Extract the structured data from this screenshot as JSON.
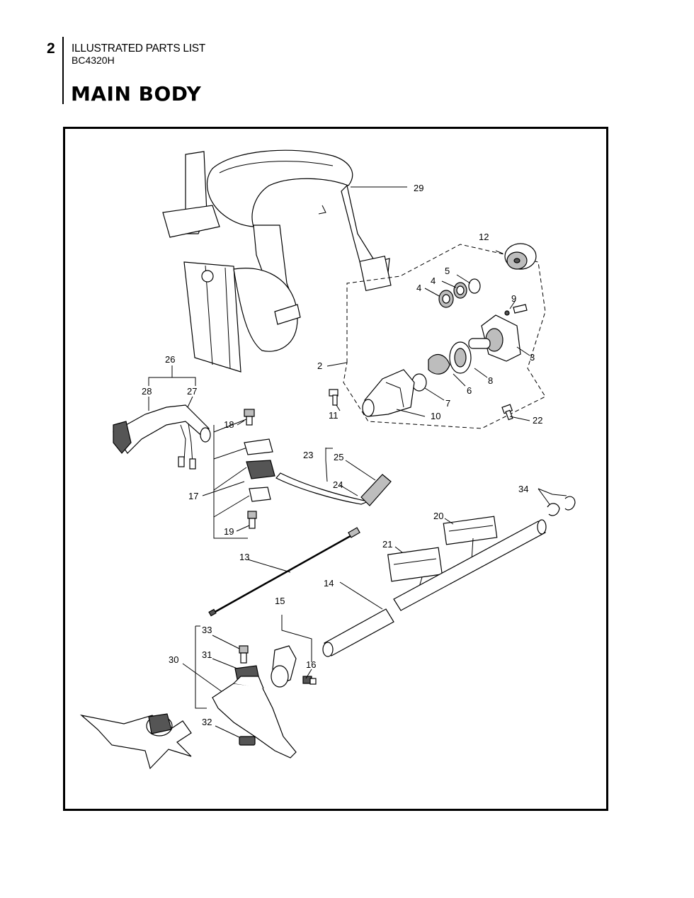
{
  "header": {
    "page_number": "2",
    "list_title": "ILLUSTRATED PARTS LIST",
    "model": "BC4320H",
    "section_title": "MAIN BODY"
  },
  "callouts": [
    {
      "id": "c29",
      "text": "29"
    },
    {
      "id": "c12",
      "text": "12"
    },
    {
      "id": "c4a",
      "text": "4"
    },
    {
      "id": "c5",
      "text": "5"
    },
    {
      "id": "c4b",
      "text": "4"
    },
    {
      "id": "c9",
      "text": "9"
    },
    {
      "id": "c3",
      "text": "3"
    },
    {
      "id": "c2",
      "text": "2"
    },
    {
      "id": "c8",
      "text": "8"
    },
    {
      "id": "c6",
      "text": "6"
    },
    {
      "id": "c7",
      "text": "7"
    },
    {
      "id": "c10",
      "text": "10"
    },
    {
      "id": "c11",
      "text": "11"
    },
    {
      "id": "c22",
      "text": "22"
    },
    {
      "id": "c26",
      "text": "26"
    },
    {
      "id": "c28",
      "text": "28"
    },
    {
      "id": "c27",
      "text": "27"
    },
    {
      "id": "c18",
      "text": "18"
    },
    {
      "id": "c23",
      "text": "23"
    },
    {
      "id": "c25",
      "text": "25"
    },
    {
      "id": "c24",
      "text": "24"
    },
    {
      "id": "c17",
      "text": "17"
    },
    {
      "id": "c19",
      "text": "19"
    },
    {
      "id": "c34",
      "text": "34"
    },
    {
      "id": "c20",
      "text": "20"
    },
    {
      "id": "c21",
      "text": "21"
    },
    {
      "id": "c13",
      "text": "13"
    },
    {
      "id": "c14",
      "text": "14"
    },
    {
      "id": "c15",
      "text": "15"
    },
    {
      "id": "c33",
      "text": "33"
    },
    {
      "id": "c31",
      "text": "31"
    },
    {
      "id": "c30",
      "text": "30"
    },
    {
      "id": "c16",
      "text": "16"
    },
    {
      "id": "c32",
      "text": "32"
    }
  ]
}
